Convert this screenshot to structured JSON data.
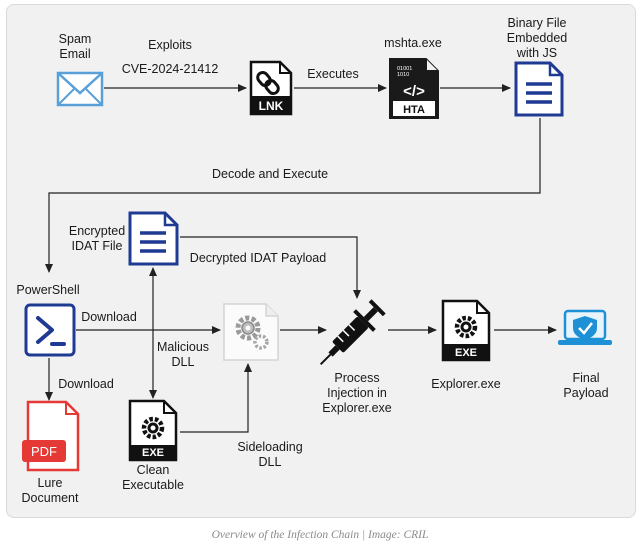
{
  "diagram": {
    "nodes": {
      "spam_email": {
        "label": "Spam\nEmail",
        "icon": "email-envelope-icon"
      },
      "lnk": {
        "badge": "LNK",
        "icon": "lnk-shortcut-file-icon"
      },
      "hta": {
        "label": "mshta.exe",
        "badge": "HTA",
        "bits": "01001\n1010",
        "icon": "hta-file-icon"
      },
      "binary_file": {
        "label": "Binary File\nEmbedded\nwith JS",
        "icon": "document-icon"
      },
      "powershell": {
        "label": "PowerShell",
        "icon": "powershell-icon"
      },
      "encrypted_idat": {
        "label": "Encrypted\nIDAT File",
        "icon": "document-icon"
      },
      "malicious_dll": {
        "label": "Malicious\nDLL",
        "icon": "dll-gear-file-icon"
      },
      "process_injection": {
        "label": "Process\nInjection in\nExplorer.exe",
        "icon": "syringe-icon"
      },
      "explorer": {
        "label": "Explorer.exe",
        "badge": "EXE",
        "icon": "exe-gear-file-icon"
      },
      "final_payload": {
        "label": "Final\nPayload",
        "icon": "laptop-shield-icon"
      },
      "lure_document": {
        "label": "Lure\nDocument",
        "badge": "PDF",
        "icon": "pdf-file-icon"
      },
      "clean_executable": {
        "label": "Clean\nExecutable",
        "badge": "EXE",
        "icon": "exe-gear-file-icon"
      }
    },
    "edges": {
      "exploits": "Exploits",
      "cve": "CVE-2024-21412",
      "executes": "Executes",
      "decode_execute": "Decode and Execute",
      "download_dll": "Download",
      "download_pdf": "Download",
      "decrypted_payload": "Decrypted IDAT Payload",
      "sideloading": "Sideloading\nDLL"
    },
    "colors": {
      "accent_blue": "#1f3a93",
      "pdf_red": "#e53935",
      "payload_blue": "#1e90d6",
      "arrow": "#222222",
      "panel_bg": "#f1f1f1"
    }
  },
  "caption": "Overview of the Infection Chain | Image: CRIL"
}
